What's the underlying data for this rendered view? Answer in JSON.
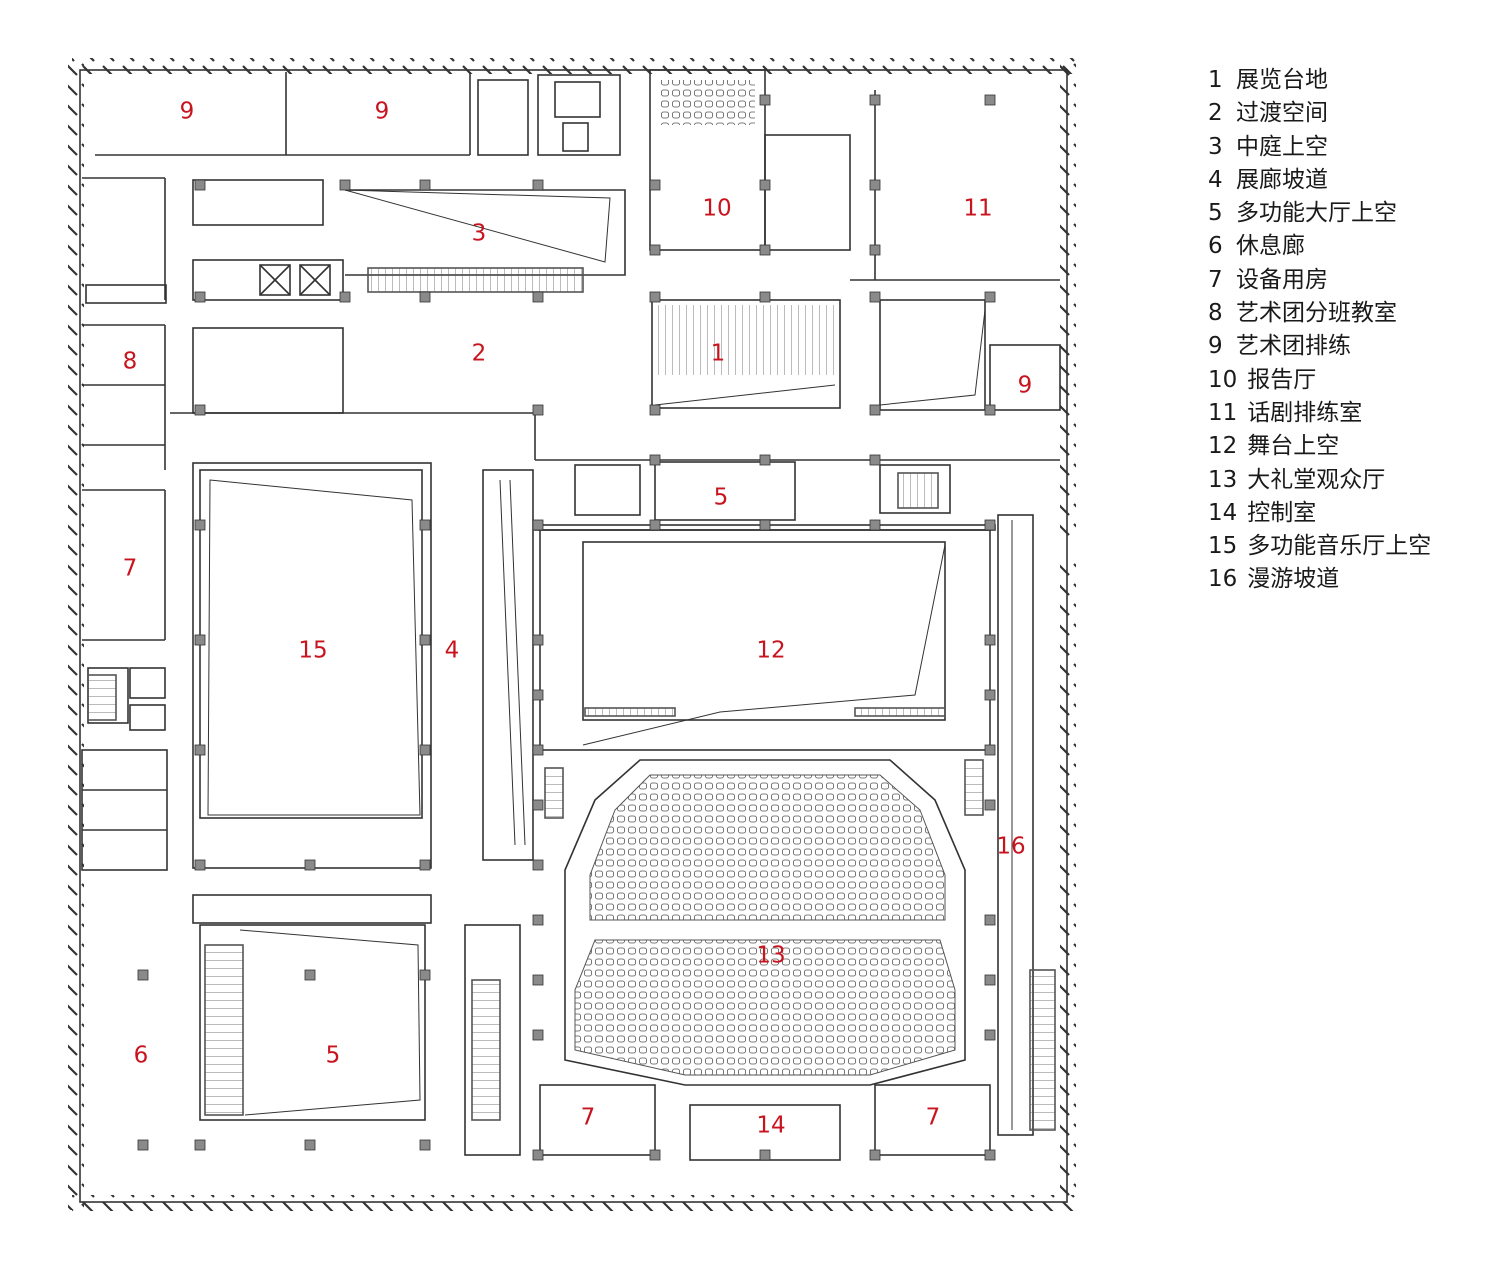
{
  "legend": [
    {
      "num": "1",
      "text": "展览台地"
    },
    {
      "num": "2",
      "text": "过渡空间"
    },
    {
      "num": "3",
      "text": "中庭上空"
    },
    {
      "num": "4",
      "text": "展廊坡道"
    },
    {
      "num": "5",
      "text": "多功能大厅上空"
    },
    {
      "num": "6",
      "text": "休息廊"
    },
    {
      "num": "7",
      "text": "设备用房"
    },
    {
      "num": "8",
      "text": "艺术团分班教室"
    },
    {
      "num": "9",
      "text": "艺术团排练"
    },
    {
      "num": "10",
      "text": "报告厅"
    },
    {
      "num": "11",
      "text": "话剧排练室"
    },
    {
      "num": "12",
      "text": "舞台上空"
    },
    {
      "num": "13",
      "text": "大礼堂观众厅"
    },
    {
      "num": "14",
      "text": "控制室"
    },
    {
      "num": "15",
      "text": "多功能音乐厅上空"
    },
    {
      "num": "16",
      "text": "漫游坡道"
    }
  ],
  "rooms": {
    "r9a": "9",
    "r9b": "9",
    "r9c": "9",
    "r10": "10",
    "r11": "11",
    "r3": "3",
    "r2": "2",
    "r1": "1",
    "r8": "8",
    "r7a": "7",
    "r7b": "7",
    "r7c": "7",
    "r5a": "5",
    "r5b": "5",
    "r15": "15",
    "r4": "4",
    "r12": "12",
    "r16": "16",
    "r13": "13",
    "r6": "6",
    "r14": "14"
  },
  "colors": {
    "label": "#c8141e",
    "line": "#333333",
    "column": "#8a8a8a"
  }
}
